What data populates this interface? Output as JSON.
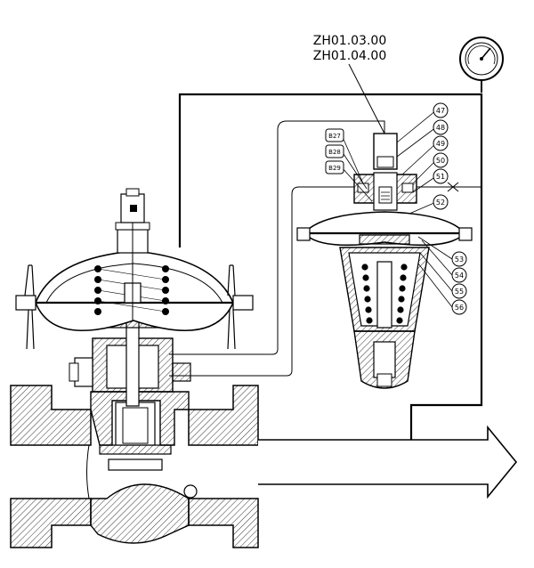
{
  "drawing": {
    "part_numbers": [
      "ZH01.03.00",
      "ZH01.04.00"
    ],
    "callouts_right": [
      "47",
      "48",
      "49",
      "50",
      "51",
      "52",
      "53",
      "54",
      "55",
      "56"
    ],
    "callouts_left": [
      "B27",
      "B28",
      "B29"
    ]
  },
  "colors": {
    "line": "#000000",
    "background": "#ffffff"
  },
  "icons": {
    "gauge": "pressure-gauge-icon",
    "flow_arrow": "flow-direction-arrow-icon"
  }
}
